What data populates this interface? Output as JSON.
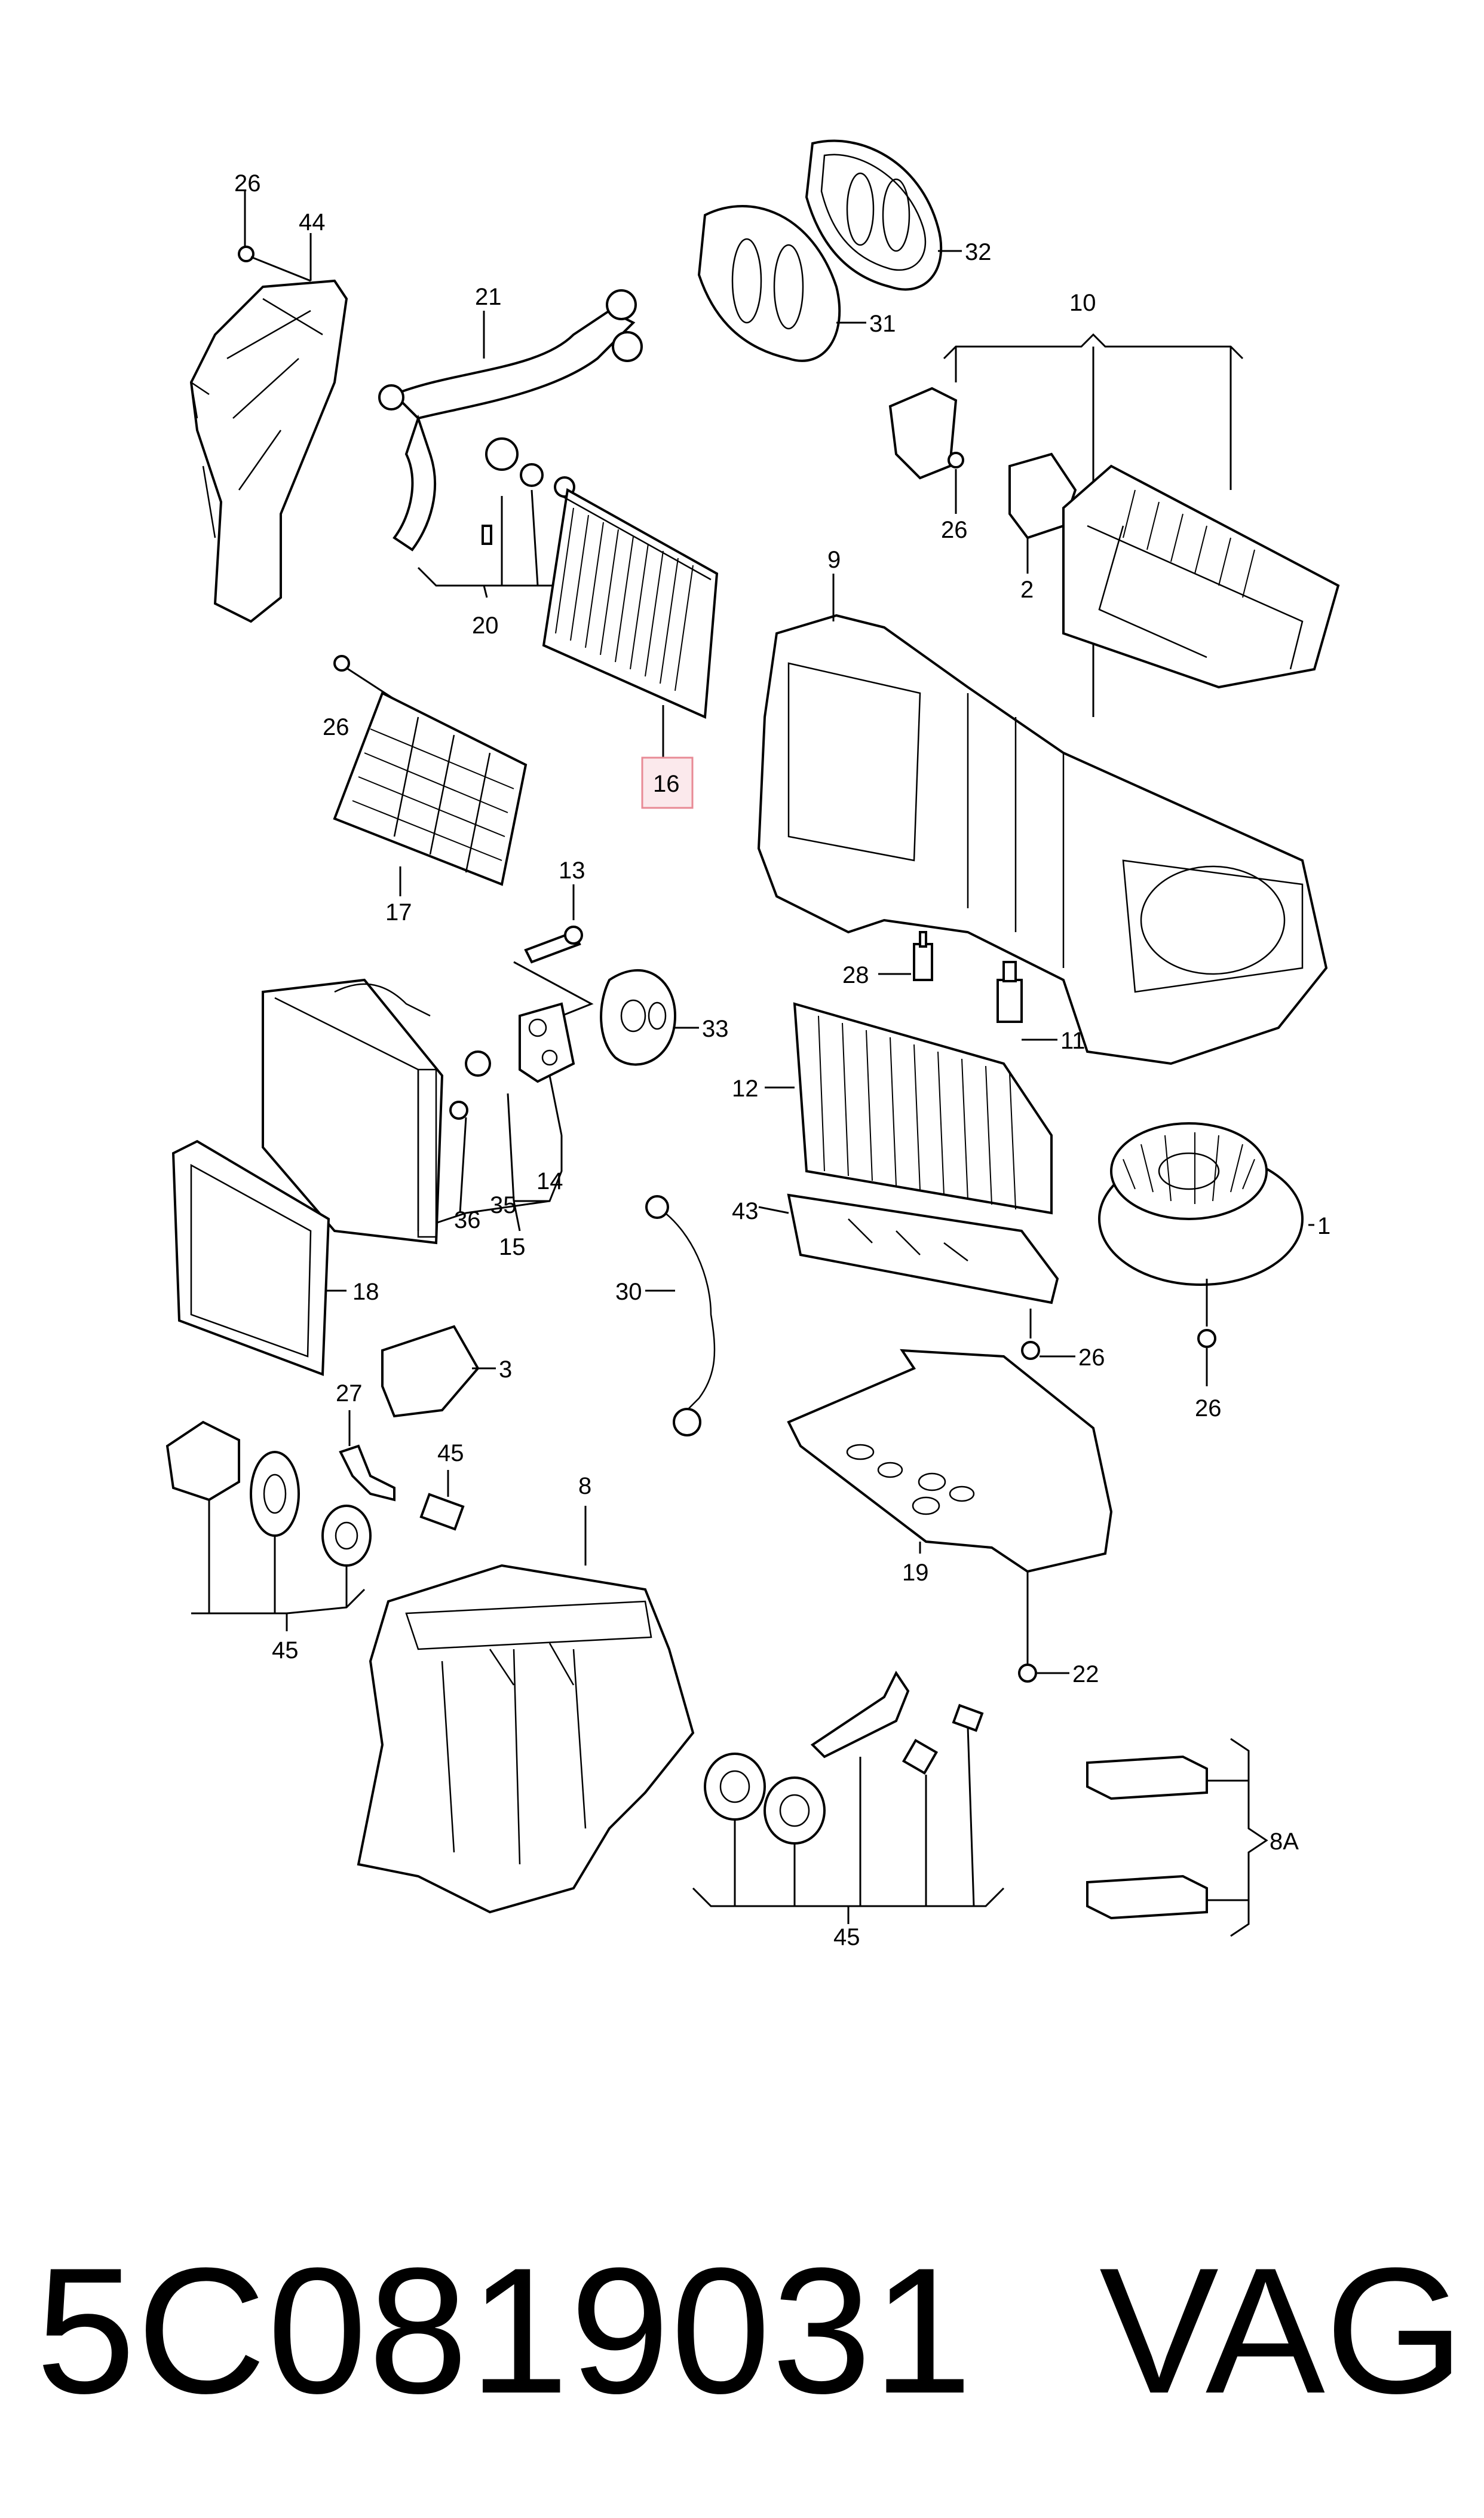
{
  "callouts": {
    "c26a": "26",
    "c44": "44",
    "c21": "21",
    "c32": "32",
    "c31": "31",
    "c10": "10",
    "c20": "20",
    "c26b": "26",
    "c2": "2",
    "c9": "9",
    "c26c": "26",
    "c16": "16",
    "c17": "17",
    "c13": "13",
    "c28": "28",
    "c33": "33",
    "c11": "11",
    "c12": "12",
    "c36": "36",
    "c35": "35",
    "c14": "14",
    "c15": "15",
    "c43": "43",
    "c1": "1",
    "c18": "18",
    "c30": "30",
    "c26d": "26",
    "c26e": "26",
    "c3": "3",
    "c27": "27",
    "c45a": "45",
    "c8": "8",
    "c19": "19",
    "c45b": "45",
    "c22": "22",
    "c8A": "8A",
    "c45c": "45"
  },
  "highlight": {
    "color": "#e88a95",
    "fill": "#fbe9ec"
  },
  "footer": {
    "part_number": "5C0819031",
    "brand": "VAG"
  }
}
